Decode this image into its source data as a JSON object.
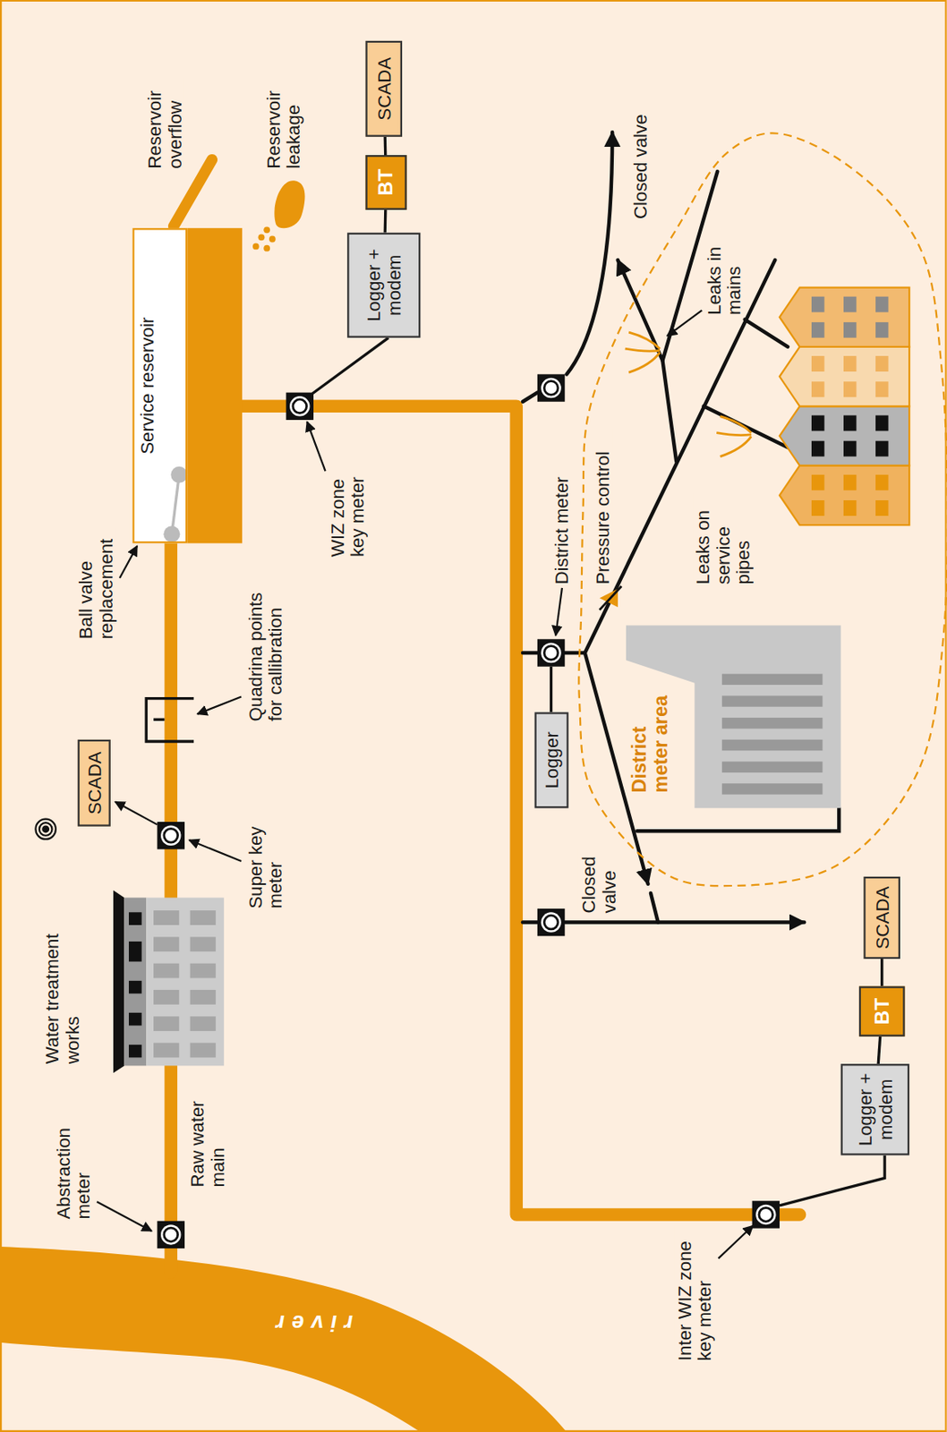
{
  "diagram": {
    "nodes": [
      {
        "text": [
          "Water treatment works"
        ]
      },
      {
        "text": [
          "SCADA"
        ]
      },
      {
        "text": [
          "Service reservoir"
        ]
      },
      {
        "text": [
          "Logger + modem"
        ]
      },
      {
        "text": [
          "BT"
        ]
      },
      {
        "text": [
          "SCADA"
        ]
      },
      {
        "text": [
          "Logger"
        ]
      },
      {
        "text": [
          "District meter area"
        ]
      },
      {
        "text": [
          "Logger + modem"
        ]
      },
      {
        "text": [
          "BT"
        ]
      },
      {
        "text": [
          "SCADA"
        ]
      }
    ],
    "edges": [
      {
        "from": 3,
        "to": 4,
        "arrow": "none"
      },
      {
        "from": 4,
        "to": 5,
        "arrow": "none"
      },
      {
        "from": 8,
        "to": 9,
        "arrow": "none"
      },
      {
        "from": 9,
        "to": 10,
        "arrow": "none"
      }
    ],
    "labels": [
      "river",
      "Abstraction meter",
      "Raw water main",
      "Super key meter",
      "Quadrina points for callibration",
      "Ball valve replacement",
      "Reservoir overflow",
      "Reservoir leakage",
      "WIZ zone key meter",
      "Closed valve",
      "District meter",
      "Pressure control",
      "Leaks in mains",
      "Leaks on service pipes",
      "Closed valve",
      "Inter WIZ zone key meter"
    ]
  }
}
